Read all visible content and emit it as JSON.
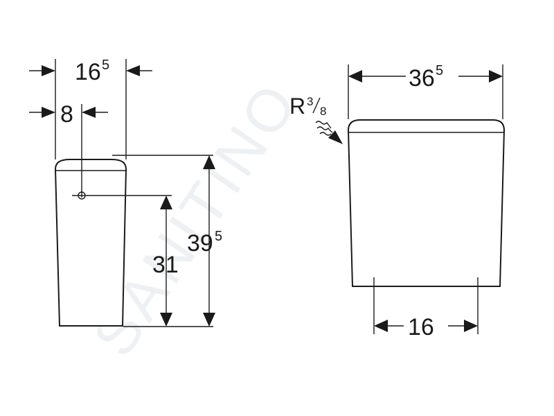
{
  "watermark": "SANITINO",
  "side_view": {
    "dim_width_main": "16",
    "dim_width_sup": "5",
    "dim_inlet_offset": "8",
    "dim_inlet_height": "31",
    "dim_total_height_main": "39",
    "dim_total_height_sup": "5"
  },
  "front_view": {
    "dim_width_main": "36",
    "dim_width_sup": "5",
    "dim_outlet_spacing": "16",
    "connection_label": "R",
    "connection_frac_num": "3",
    "connection_frac_den": "8"
  },
  "colors": {
    "line": "#1a1a1a",
    "background": "#ffffff",
    "watermark": "#eef1f3"
  }
}
